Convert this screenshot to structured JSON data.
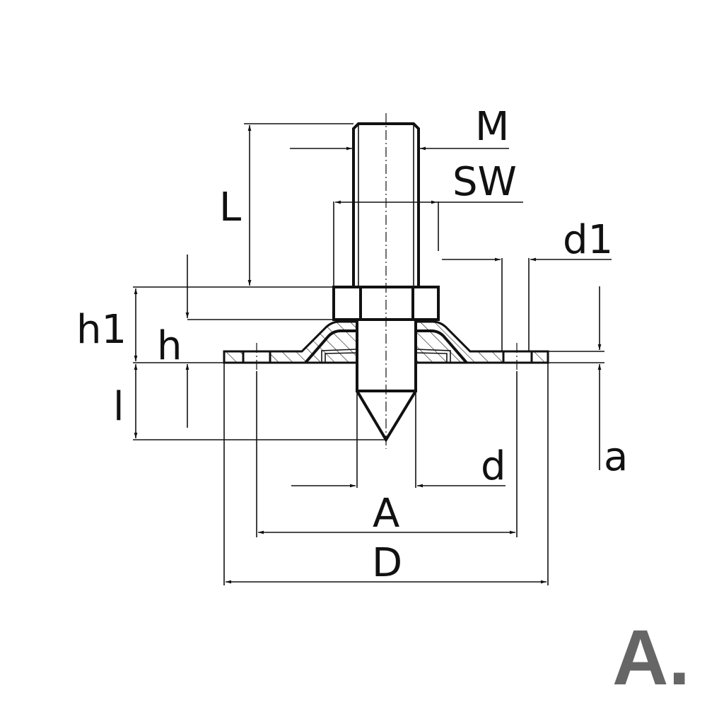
{
  "labels": {
    "M": "M",
    "SW": "SW",
    "L": "L",
    "d1": "d1",
    "h1": "h1",
    "h": "h",
    "l": "l",
    "a": "a",
    "d": "d",
    "A": "A",
    "D": "D"
  },
  "logo": "A.",
  "colors": {
    "line": "#111111",
    "logo": "#666666"
  }
}
